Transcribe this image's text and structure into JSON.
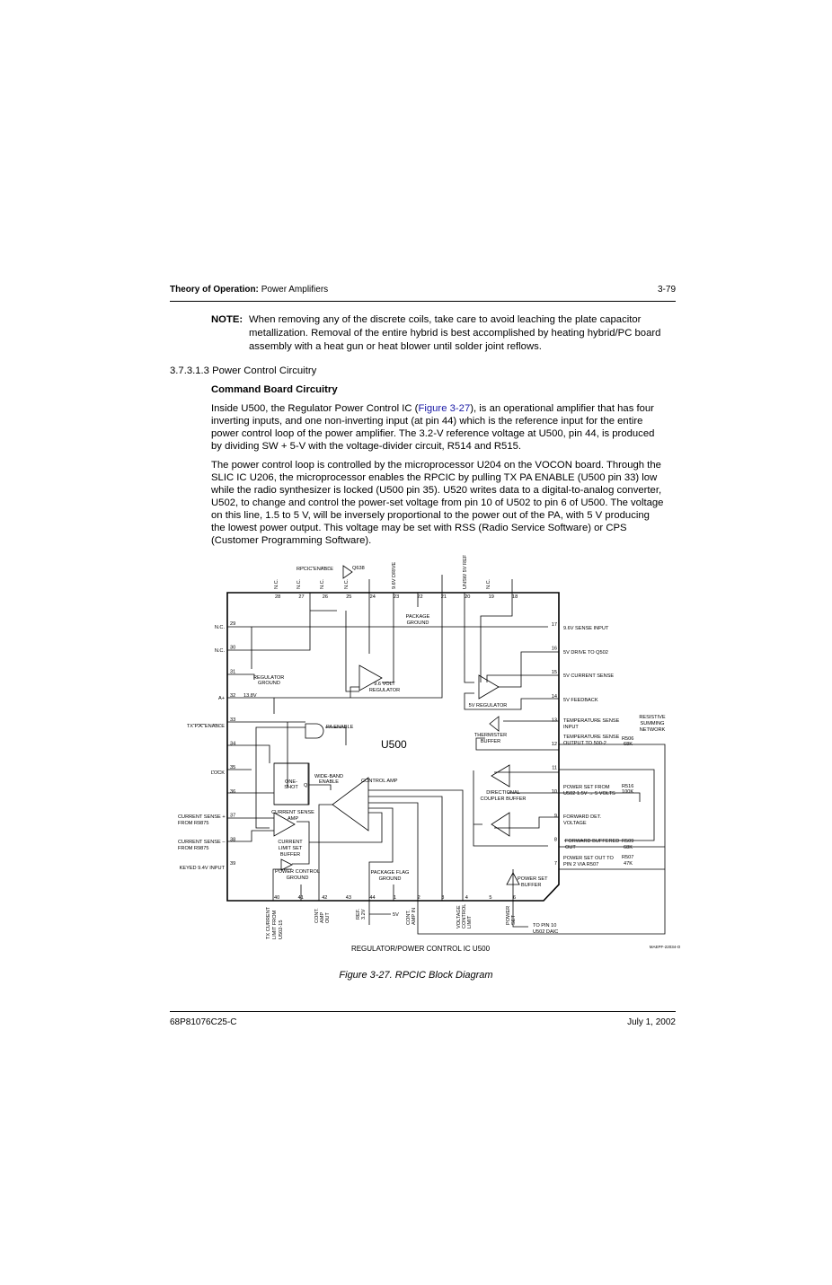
{
  "header": {
    "section_bold": "Theory of Operation:",
    "section": "Power Amplifiers",
    "page_number": "3-79"
  },
  "note": {
    "label": "NOTE:",
    "lines": [
      "When removing any of the discrete coils, take care to avoid leaching the plate capacitor",
      "metallization. Removal of the entire hybrid is best accomplished by heating hybrid/PC board",
      "assembly with a heat gun or heat blower until solder joint reflows."
    ]
  },
  "section_heading": "3.7.3.1.3 Power Control Circuitry",
  "subheading": "Command Board Circuitry",
  "para1": {
    "line0_pre": "Inside U500, the Regulator Power Control IC (",
    "line0_link": "Figure 3-27",
    "line0_post": "), is an operational amplifier that has four",
    "lines": [
      "inverting inputs, and one non-inverting input (at pin 44) which is the reference input for the entire",
      "power control loop of the power amplifier. The 3.2-V reference voltage at U500, pin 44, is produced",
      "by dividing SW + 5-V with the voltage-divider circuit, R514 and R515."
    ]
  },
  "para2": {
    "lines": [
      "The power control loop is controlled by the microprocessor U204 on the VOCON board. Through the",
      "SLIC IC U206, the microprocessor enables the RPCIC by pulling TX PA ENABLE (U500 pin 33) low",
      "while the radio synthesizer is locked (U500 pin 35). U520 writes data to a digital-to-analog converter,",
      "U502, to change and control the power-set voltage from pin 10 of U502 to pin 6 of U500. The voltage",
      "on this line, 1.5 to 5 V, will be inversely proportional to the power out of the PA, with 5 V producing",
      "the lowest power output. This voltage may be set with RSS (Radio Service Software) or CPS",
      "(Customer Programming Software)."
    ]
  },
  "diagram": {
    "pins_top": [
      "28",
      "27",
      "26",
      "25",
      "24",
      "23",
      "22",
      "21",
      "20",
      "19",
      "18"
    ],
    "pins_left": [
      "29",
      "30",
      "31",
      "32",
      "33",
      "34",
      "35",
      "36",
      "37",
      "38",
      "39"
    ],
    "pins_bottom": [
      "40",
      "41",
      "42",
      "43",
      "44",
      "1",
      "2",
      "3",
      "4",
      "5",
      "6"
    ],
    "pins_right": [
      "17",
      "16",
      "15",
      "14",
      "13",
      "12",
      "11",
      "10",
      "9",
      "8",
      "7"
    ],
    "top_ext": {
      "nc28": "N.C.",
      "nc27": "N.C.",
      "nc26": "N.C.",
      "nc25": "N.C.",
      "drive96": "9.6V DRIVE",
      "unsw": "UNSW 5V REF",
      "nc19": "N.C.",
      "rpcic_enable": "RPCIC ENABLE",
      "q638": "Q638"
    },
    "left_ext": {
      "nc29": "N.C.",
      "nc30": "N.C.",
      "aplus": "A+",
      "txpa": "TX P.A. ENABLE",
      "lock": "LOCK",
      "cs_plus": [
        "CURRENT SENSE +",
        "FROM R9875"
      ],
      "cs_minus": [
        "CURRENT SENSE –",
        "FROM R9875"
      ],
      "keyed": "KEYED 9.4V INPUT"
    },
    "right_ext": {
      "s17": "9.6V SENSE INPUT",
      "s16": "5V DRIVE TO Q502",
      "s15": "5V CURRENT SENSE",
      "s14": "5V FEEDBACK",
      "s13": [
        "TEMPERATURE SENSE",
        "INPUT"
      ],
      "s12": [
        "TEMPERATURE SENSE",
        "OUTPUT TO 500-2"
      ],
      "r506": [
        "R506",
        "68K"
      ],
      "rsn": [
        "RESISTIVE",
        "SUMMING",
        "NETWORK"
      ],
      "s10": [
        "POWER SET FROM",
        "U502 1.5V → 5 VOLTS"
      ],
      "r516": [
        "R516",
        "100K"
      ],
      "s9": [
        "FORWARD DET.",
        "VOLTAGE"
      ],
      "s8": [
        "FORWARD BUFFERED",
        "OUT"
      ],
      "r509": [
        "R509",
        "68K"
      ],
      "s7": [
        "POWER SET OUT TO",
        "PIN 2 VIA R507"
      ],
      "r507": [
        "R507",
        "47K"
      ]
    },
    "internal": {
      "reg_ground": [
        "REGULATOR",
        "GROUND"
      ],
      "v138": "13.8V",
      "pkg_ground": [
        "PACKAGE",
        "GROUND"
      ],
      "reg96": [
        "9.6 VOLT",
        "REGULATOR"
      ],
      "reg5": "5V REGULATOR",
      "therm": [
        "THERMISTER",
        "BUFFER"
      ],
      "pa_enable": "PA ENABLE",
      "u500": "U500",
      "oneshot": [
        "ONE-",
        "SHOT"
      ],
      "q": "Q",
      "wideband": [
        "WIDE-BAND",
        "ENABLE"
      ],
      "control_amp": "CONTROL AMP",
      "dir_coupler": [
        "DIRECTIONAL",
        "COUPLER BUFFER"
      ],
      "cs_amp": [
        "CURRENT SENSE",
        "AMP"
      ],
      "cl_buffer": [
        "CURRENT",
        "LIMIT SET",
        "BUFFER"
      ],
      "pc_ground": [
        "POWER CONTROL",
        "GROUND"
      ],
      "pf_ground": [
        "PACKAGE FLAG",
        "GROUND"
      ],
      "ps_buffer": [
        "POWER SET",
        "BUFFER"
      ]
    },
    "bottom_ext": {
      "tx_current": [
        "TX CURRENT",
        "LIMIT FROM",
        "U502-15"
      ],
      "cont_out": [
        "CONT.",
        "AMP",
        "OUT"
      ],
      "ref": [
        "REF.",
        "3.2V"
      ],
      "v5": "5V",
      "cont_in": [
        "CONT.",
        "AMP IN"
      ],
      "vcl": [
        "VOLTAGE",
        "CONTROL",
        "LIMIT"
      ],
      "power_set": [
        "POWER",
        "SET"
      ],
      "to_pin10": [
        "TO PIN 10",
        "U502 DAIC"
      ]
    },
    "title": "REGULATOR/POWER CONTROL IC U500",
    "code": "MAEPF-22034-O"
  },
  "caption": "Figure 3-27.  RPCIC Block Diagram",
  "footer": {
    "doc_number": "68P81076C25-C",
    "date": "July 1, 2002"
  }
}
